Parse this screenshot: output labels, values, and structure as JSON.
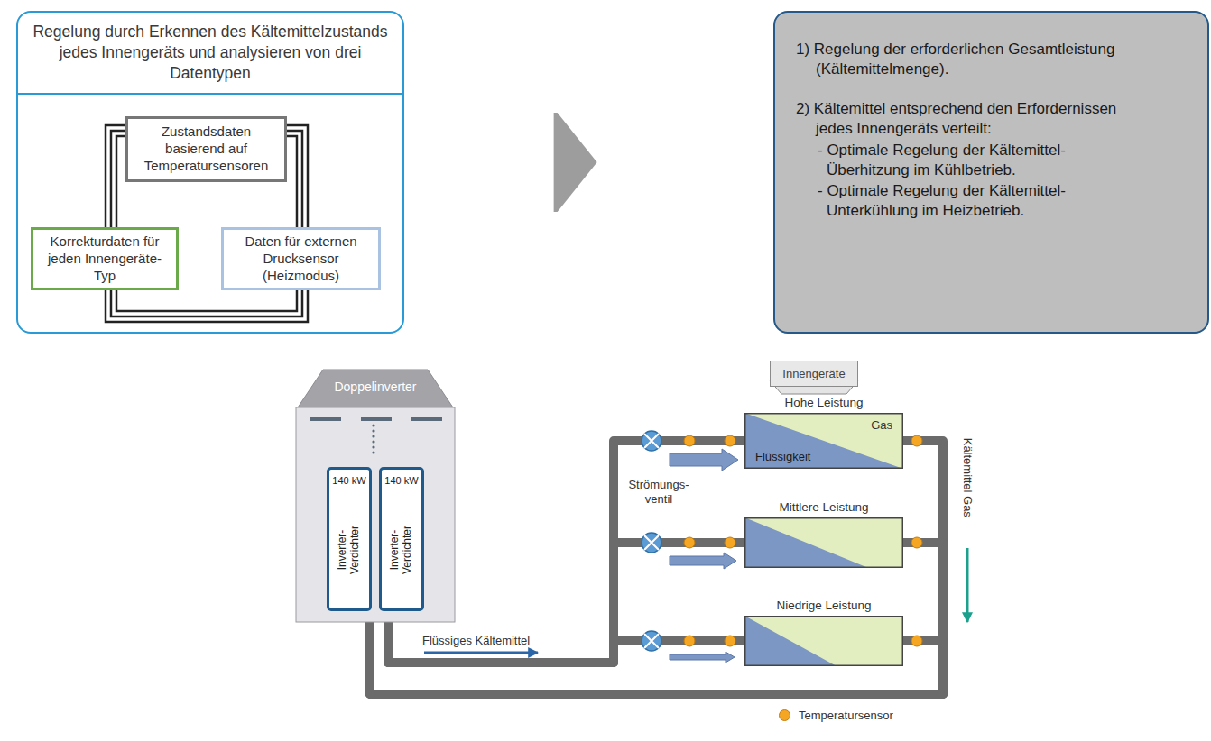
{
  "diagram": {
    "nodes": [
      {
        "text": [
          "Regelung durch Erkennen des Kältemittelzustands jedes Innengeräts und analysieren von drei Datentypen"
        ]
      },
      {
        "text": [
          "Zustandsdaten basierend auf Temperatursensoren"
        ],
        "in": 0
      },
      {
        "text": [
          "Korrekturdaten für jeden Innengeräte-Typ"
        ],
        "in": 0
      },
      {
        "text": [
          "Daten für externen Drucksensor (Heizmodus)"
        ],
        "in": 0
      },
      {
        "text": [
          "1) Regelung der erforderlichen Gesamtleistung (Kältemittelmenge).",
          "2) Kältemittel entsprechend den Erfordernissen jedes Innengeräts verteilt:",
          "- Optimale Regelung der Kältemittel- Überhitzung im Kühlbetrieb.",
          "- Optimale Regelung der Kältemittel- Unterkühlung im Heizbetrieb."
        ]
      },
      {
        "text": [
          "Doppelinverter"
        ]
      },
      {
        "text": [
          "140 kW",
          "Inverter- Verdichter"
        ],
        "in": 5
      },
      {
        "text": [
          "140 kW",
          "Inverter- Verdichter"
        ],
        "in": 5
      },
      {
        "text": [
          "Innengeräte"
        ]
      },
      {
        "text": [
          "Hohe Leistung",
          "Gas",
          "Flüssigkeit"
        ]
      },
      {
        "text": [
          "Mittlere Leistung"
        ]
      },
      {
        "text": [
          "Niedrige Leistung"
        ]
      }
    ],
    "edges": [
      {
        "from": 0,
        "to": 4,
        "arrow": "to"
      },
      {
        "from": 5,
        "to": 9,
        "arrow": "none"
      },
      {
        "from": 5,
        "to": 10,
        "arrow": "none"
      },
      {
        "from": 5,
        "to": 11,
        "arrow": "none"
      },
      {
        "from": 9,
        "to": 5,
        "arrow": "none"
      },
      {
        "from": 10,
        "to": 5,
        "arrow": "none"
      },
      {
        "from": 11,
        "to": 5,
        "arrow": "none"
      }
    ],
    "labels": [
      "Strömungs- ventil",
      "Flüssiges Kältemittel",
      "Kältemittel Gas"
    ],
    "legend": [
      {
        "text": "Temperatursensor",
        "color": "#f5a623"
      }
    ]
  }
}
